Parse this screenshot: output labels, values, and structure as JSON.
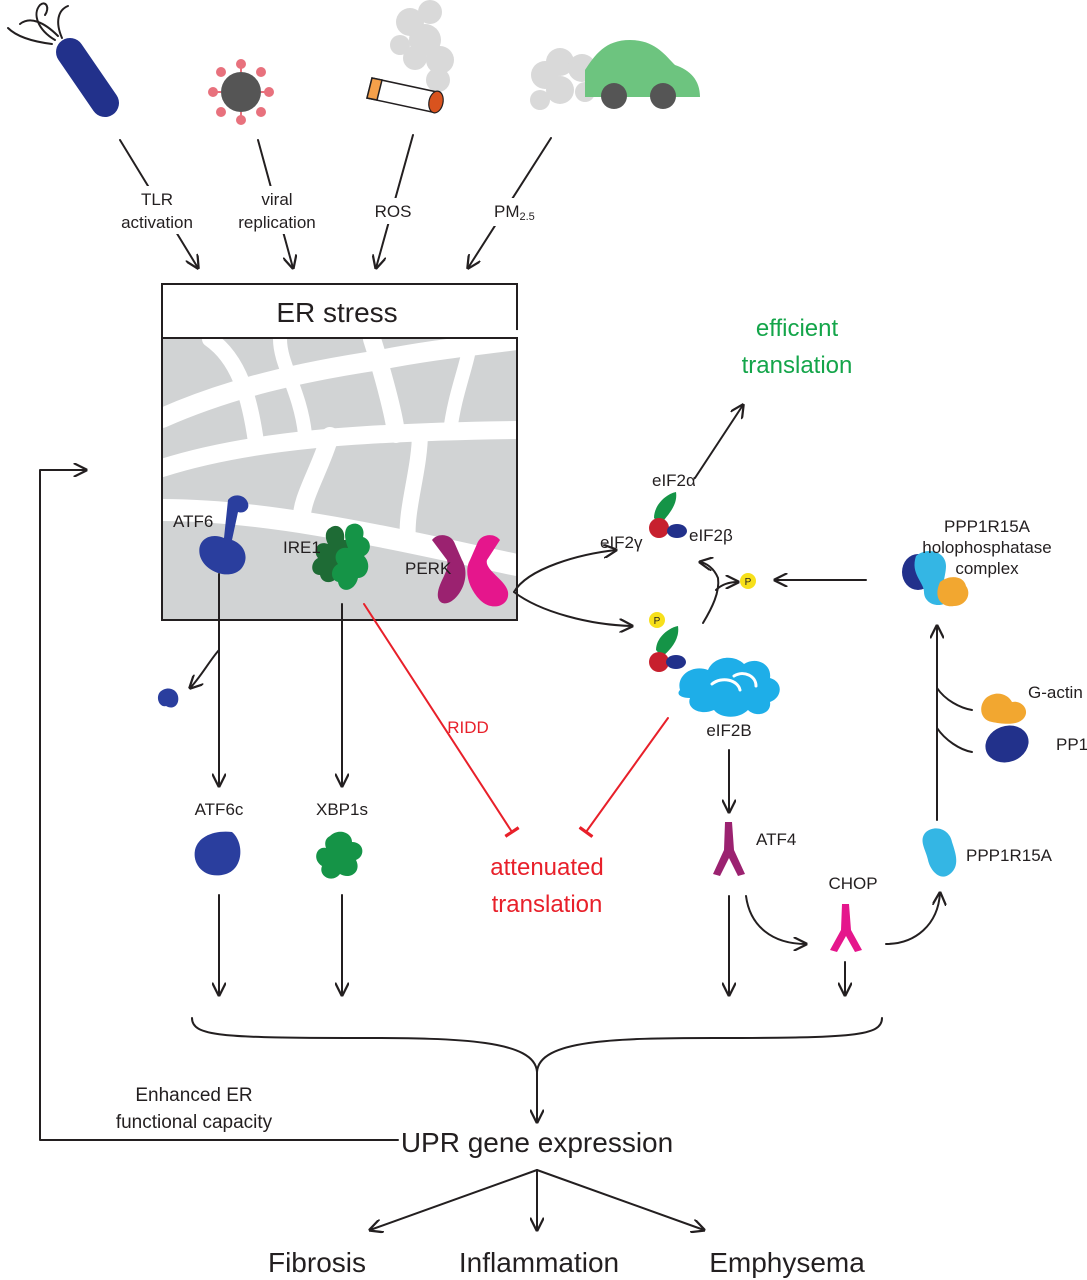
{
  "stressors": {
    "tlr_line1": "TLR",
    "tlr_line2": "activation",
    "viral_line1": "viral",
    "viral_line2": "replication",
    "ros": "ROS",
    "pm_main": "PM",
    "pm_sub": "2.5"
  },
  "er": {
    "title": "ER stress"
  },
  "sensors": {
    "atf6": "ATF6",
    "ire1": "IRE1",
    "perk": "PERK"
  },
  "products": {
    "atf6c": "ATF6c",
    "xbp1s": "XBP1s",
    "ridd": "RIDD"
  },
  "translation": {
    "efficient_line1": "efficient",
    "efficient_line2": "translation",
    "attenuated_line1": "attenuated",
    "attenuated_line2": "translation"
  },
  "eif2": {
    "alpha": "eIF2α",
    "beta": "eIF2β",
    "gamma": "eIF2γ",
    "eif2b": "eIF2B",
    "phospho": "P"
  },
  "isr": {
    "atf4": "ATF4",
    "chop": "CHOP",
    "ppp1r15a": "PPP1R15A",
    "gactin": "G-actin",
    "pp1": "PP1",
    "holo_line1": "PPP1R15A",
    "holo_line2": "holophosphatase",
    "holo_line3": "complex"
  },
  "outcome": {
    "feedback_line1": "Enhanced ER",
    "feedback_line2": "functional capacity",
    "upr": "UPR gene expression",
    "fibrosis": "Fibrosis",
    "inflammation": "Inflammation",
    "emphysema": "Emphysema"
  },
  "colors": {
    "black": "#231f20",
    "red": "#e8202a",
    "green_text": "#14a54a",
    "atf6_blue": "#2a3e9e",
    "ire1_dark": "#1e6b35",
    "ire1_light": "#159447",
    "perk_purple": "#9b2270",
    "perk_pink": "#e5168c",
    "eif2b_cyan": "#1eaee8",
    "ppp1r15a_cyan": "#34b6e4",
    "gactin_orange": "#f2a730",
    "pp1_navy": "#22318b",
    "phospho_yellow": "#f7e01b",
    "er_gray": "#d1d3d4",
    "car_green": "#6dc47f",
    "smoke_gray": "#d9d9d9"
  }
}
